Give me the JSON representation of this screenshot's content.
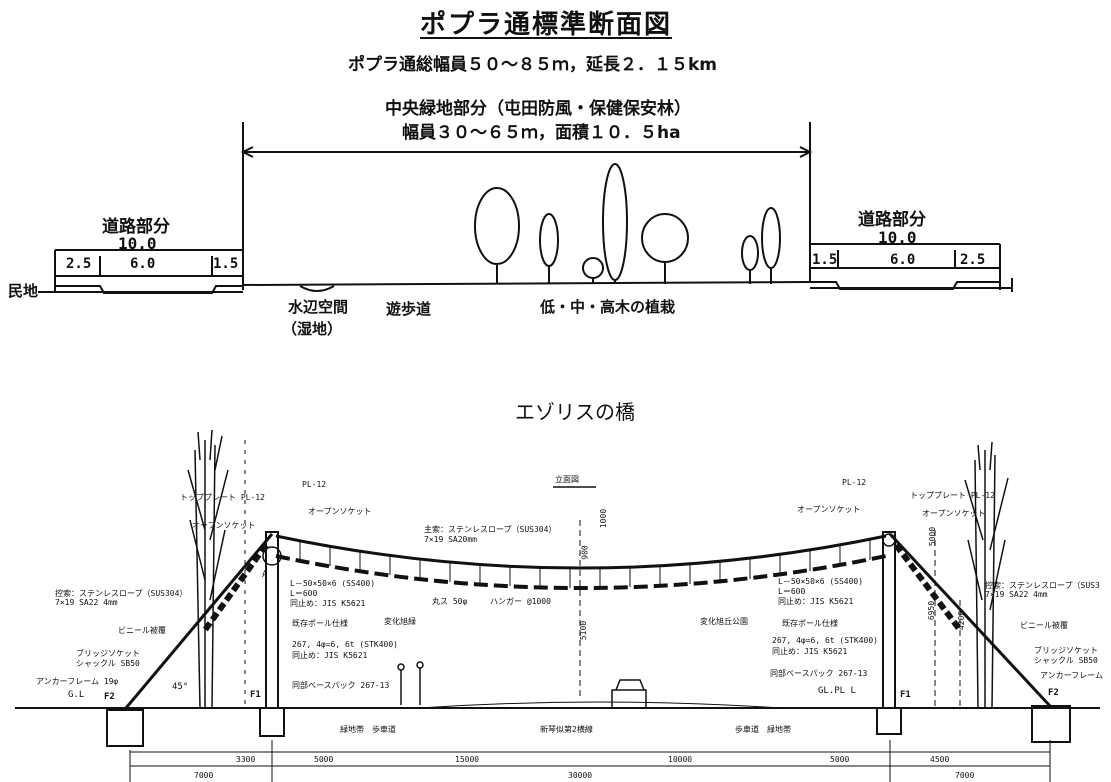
{
  "top": {
    "title": "ポプラ通標準断面図",
    "summary": "ポプラ通総幅員５０～８５ｍ，延長２．１５km",
    "central_label_1": "中央緑地部分（屯田防風・保健保安林）",
    "central_label_2": "幅員３０～６５ｍ，面積１０．５ha",
    "left_road_label": "道路部分",
    "left_road_width": "10.0",
    "left_segments": [
      "2.5",
      "6.0",
      "1.5"
    ],
    "right_road_label": "道路部分",
    "right_road_width": "10.0",
    "right_segments": [
      "1.5",
      "6.0",
      "2.5"
    ],
    "minchi": "民地",
    "waterside": "水辺空間",
    "wetland": "（湿地）",
    "promenade": "遊歩道",
    "planting": "低・中・高木の植栽"
  },
  "bridge": {
    "title": "エゾリスの橋",
    "elevation": "立面図",
    "pl12_left": "PL-12",
    "pl12_right": "PL-12",
    "top_plate_left": "トッププレート PL-12",
    "top_plate_right": "トッププレート PL-12",
    "open_socket_1": "オープンソケット",
    "open_socket_2": "オープンソケット",
    "open_socket_3": "オープンソケット",
    "open_socket_4": "オープンソケット",
    "main_rope_1": "主索：ステンレスロープ（SUS304）",
    "main_rope_2": "7×19 SA20mm",
    "dim_1000": "1000",
    "dim_900": "900",
    "angle_l_left_1": "L－50×50×6 (SS400)",
    "angle_l_left_2": "L＝600",
    "angle_l_left_3": "同止め：JIS K5621",
    "angle_l_right_1": "L－50×50×6 (SS400)",
    "angle_l_right_2": "L＝600",
    "angle_l_right_3": "同止め：JIS K5621",
    "net_label": "丸ス 50φ",
    "hanger_label": "ハンガー @1000",
    "brace_left_1": "控索：ステンレスロープ（SUS304）",
    "brace_left_2": "7×19 SA22 4mm",
    "brace_right_1": "控索：ステンレスロープ（SUS3",
    "brace_right_2": "7×19 SA22 4mm",
    "vinyl_left": "ビニール被覆",
    "vinyl_right": "ビニール被覆",
    "bridge_socket_left_1": "ブリッジソケット",
    "bridge_socket_left_2": "シャックル SB50",
    "bridge_socket_right_1": "ブリッジソケット",
    "bridge_socket_right_2": "シャックル SB50",
    "anchor_left": "アンカーフレーム 19φ",
    "anchor_right": "アンカーフレーム",
    "pillar_label_left": "既存ポール仕様",
    "pillar_label_right": "既存ポール仕様",
    "pipe_left_1": "267, 4φ=6, 6t (STK400)",
    "pipe_left_2": "同止め：JIS K5621",
    "pipe_right_1": "267, 4φ=6, 6t (STK400)",
    "pipe_right_2": "同止め：JIS K5621",
    "base_left": "同部ベースパック 267-13",
    "base_right": "同部ベースパック 267-13",
    "center_left_label": "変化旭緑",
    "center_right_label": "変化旭丘公園",
    "height_5100": "5100",
    "height_6950": "6950",
    "height_4200": "4200",
    "height_5000": "5000",
    "angle_45": "45°",
    "gl_left": "G.L",
    "gl_right": "GL.PL L",
    "f2_left": "F2",
    "f1_left": "F1",
    "f1_right": "F1",
    "f2_right": "F2",
    "a_mark": "A",
    "road_left": "緑地帯　歩車道",
    "road_center": "新琴似第2横線",
    "road_right": "歩車道　緑地帯",
    "dims_row1": [
      "3300",
      "5000",
      "15000",
      "10000",
      "5000",
      "4500"
    ],
    "dims_row2": [
      "7000",
      "30000",
      "7000"
    ]
  },
  "colors": {
    "ink": "#111111",
    "paper": "#ffffff"
  }
}
